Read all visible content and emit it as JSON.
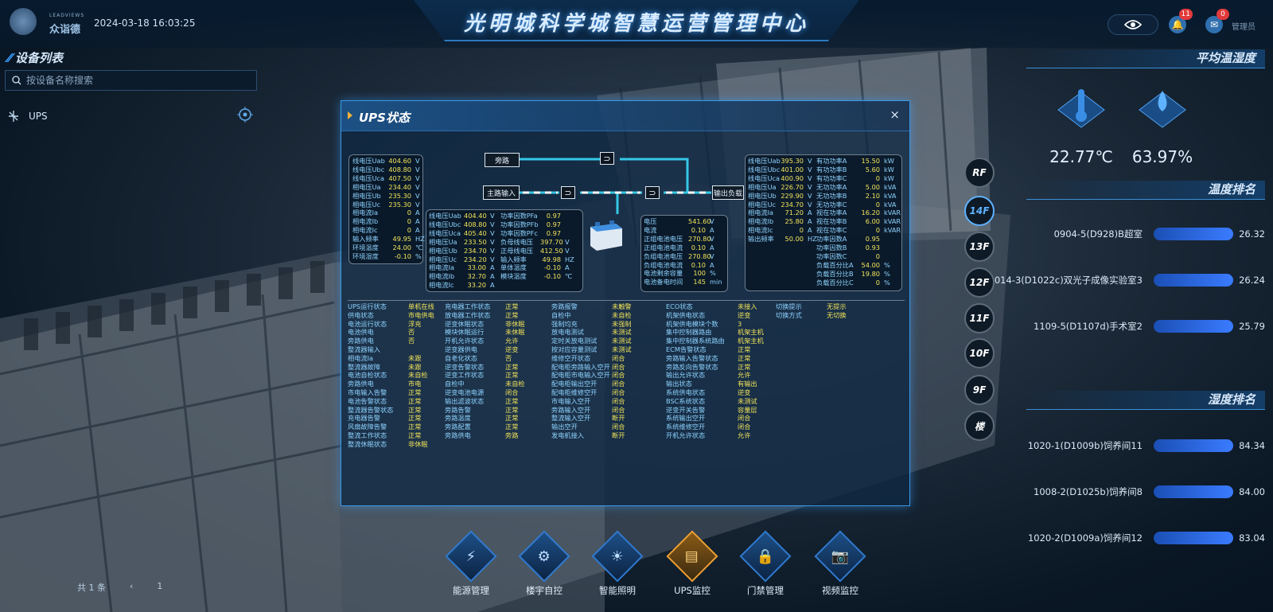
{
  "header": {
    "logo_sub": "LEADVIEWS",
    "logo_name": "众诣德",
    "datetime": "2024-03-18 16:03:25",
    "title": "光明城科学城智慧运营管理中心",
    "bell_count": "11",
    "mail_count": "0",
    "user": "管理员"
  },
  "left": {
    "title": "设备列表",
    "search_placeholder": "按设备名称搜索",
    "tree": [
      {
        "label": "UPS"
      }
    ],
    "pager": {
      "total": "共 1 条",
      "page": "1"
    }
  },
  "right": {
    "avg_title": "平均温湿度",
    "avg_temp": "22.77℃",
    "avg_humidity": "63.97%",
    "temp_rank_title": "温度排名",
    "temp_rank": [
      {
        "name": "0904-5(D928)B超室",
        "value": "26.32"
      },
      {
        "name": "1014-3(D1022c)双光子成像实验室3",
        "value": "26.24"
      },
      {
        "name": "1109-5(D1107d)手术室2",
        "value": "25.79"
      }
    ],
    "hum_rank_title": "湿度排名",
    "hum_rank": [
      {
        "name": "1020-1(D1009b)饲养间11",
        "value": "84.34"
      },
      {
        "name": "1008-2(D1025b)饲养间8",
        "value": "84.00"
      },
      {
        "name": "1020-2(D1009a)饲养间12",
        "value": "83.04"
      }
    ]
  },
  "floors": [
    "RF",
    "14F",
    "13F",
    "12F",
    "11F",
    "10F",
    "9F",
    "楼"
  ],
  "active_floor": "14F",
  "nav": [
    {
      "label": "能源管理",
      "icon": "energy-icon"
    },
    {
      "label": "楼宇自控",
      "icon": "gear-icon"
    },
    {
      "label": "智能照明",
      "icon": "bulb-icon"
    },
    {
      "label": "UPS监控",
      "icon": "ups-icon"
    },
    {
      "label": "门禁管理",
      "icon": "lock-icon"
    },
    {
      "label": "视频监控",
      "icon": "camera-icon"
    }
  ],
  "dialog": {
    "title": "UPS状态",
    "close": "×",
    "diagram": {
      "bypass": "旁路",
      "main_input": "主路输入",
      "output_load": "输出负载"
    },
    "bypass_box": [
      [
        "线电压Uab",
        "404.60",
        "V"
      ],
      [
        "线电压Ubc",
        "408.80",
        "V"
      ],
      [
        "线电压Uca",
        "407.50",
        "V"
      ],
      [
        "相电压Ua",
        "234.40",
        "V"
      ],
      [
        "相电压Ub",
        "235.30",
        "V"
      ],
      [
        "相电压Uc",
        "235.30",
        "V"
      ],
      [
        "相电流Ia",
        "0",
        "A"
      ],
      [
        "相电流Ib",
        "0",
        "A"
      ],
      [
        "相电流Ic",
        "0",
        "A"
      ],
      [
        "输入频率",
        "49.95",
        "HZ"
      ],
      [
        "环境温度",
        "24.00",
        "℃"
      ],
      [
        "环境湿度",
        "-0.10",
        "%"
      ]
    ],
    "main_box_left": [
      [
        "线电压Uab",
        "404.40",
        "V"
      ],
      [
        "线电压Ubc",
        "408.80",
        "V"
      ],
      [
        "线电压Uca",
        "405.40",
        "V"
      ],
      [
        "相电压Ua",
        "233.50",
        "V"
      ],
      [
        "相电压Ub",
        "234.70",
        "V"
      ],
      [
        "相电压Uc",
        "234.20",
        "V"
      ],
      [
        "相电流Ia",
        "33.00",
        "A"
      ],
      [
        "相电流Ib",
        "32.70",
        "A"
      ],
      [
        "相电流Ic",
        "33.20",
        "A"
      ]
    ],
    "main_box_right": [
      [
        "功率因数PFa",
        "0.97",
        ""
      ],
      [
        "功率因数PFb",
        "0.97",
        ""
      ],
      [
        "功率因数PFc",
        "0.97",
        ""
      ],
      [
        "负母线电压",
        "397.70",
        "V"
      ],
      [
        "正母线电压",
        "412.50",
        "V"
      ],
      [
        "输入频率",
        "49.98",
        "HZ"
      ],
      [
        "单体温度",
        "-0.10",
        "A"
      ],
      [
        "模块温度",
        "-0.10",
        "℃"
      ]
    ],
    "battery_box": [
      [
        "电压",
        "541.60",
        "V"
      ],
      [
        "电流",
        "0.10",
        "A"
      ],
      [
        "正组电池电压",
        "270.80",
        "V"
      ],
      [
        "正组电池电流",
        "0.10",
        "A"
      ],
      [
        "负组电池电压",
        "270.80",
        "V"
      ],
      [
        "负组电池电流",
        "0.10",
        "A"
      ],
      [
        "电池剩余容量",
        "100",
        "%"
      ],
      [
        "电池备电时间",
        "145",
        "min"
      ]
    ],
    "output_box_left": [
      [
        "线电压Uab",
        "395.30",
        "V"
      ],
      [
        "线电压Ubc",
        "401.00",
        "V"
      ],
      [
        "线电压Uca",
        "400.90",
        "V"
      ],
      [
        "相电压Ua",
        "226.70",
        "V"
      ],
      [
        "相电压Ub",
        "229.90",
        "V"
      ],
      [
        "相电压Uc",
        "234.70",
        "V"
      ],
      [
        "相电流Ia",
        "71.20",
        "A"
      ],
      [
        "相电流Ib",
        "25.80",
        "A"
      ],
      [
        "相电流Ic",
        "0",
        "A"
      ],
      [
        "输出频率",
        "50.00",
        "HZ"
      ]
    ],
    "output_box_right": [
      [
        "有功功率A",
        "15.50",
        "kW"
      ],
      [
        "有功功率B",
        "5.60",
        "kW"
      ],
      [
        "有功功率C",
        "0",
        "kW"
      ],
      [
        "无功功率A",
        "5.00",
        "kVA"
      ],
      [
        "无功功率B",
        "2.10",
        "kVA"
      ],
      [
        "无功功率C",
        "0",
        "kVA"
      ],
      [
        "视在功率A",
        "16.20",
        "kVAR"
      ],
      [
        "视在功率B",
        "6.00",
        "kVAR"
      ],
      [
        "视在功率C",
        "0",
        "kVAR"
      ],
      [
        "功率因数A",
        "0.95",
        ""
      ],
      [
        "功率因数B",
        "0.93",
        ""
      ],
      [
        "功率因数C",
        "0",
        ""
      ],
      [
        "负载百分比A",
        "54.00",
        "%"
      ],
      [
        "负载百分比B",
        "19.80",
        "%"
      ],
      [
        "负载百分比C",
        "0",
        "%"
      ]
    ],
    "status_cols": [
      [
        [
          "UPS运行状态",
          "单机在线"
        ],
        [
          "供电状态",
          "市电供电"
        ],
        [
          "电池运行状态",
          "浮充"
        ],
        [
          "电池供电",
          "否"
        ],
        [
          "旁路供电",
          "否"
        ],
        [
          "整流器输入",
          ""
        ],
        [
          "相电流Ia",
          "未跟"
        ],
        [
          "整流器故障",
          "未跟"
        ],
        [
          "电池自检状态",
          "未自检"
        ],
        [
          "旁路供电",
          "市电"
        ],
        [
          "市电输入告警",
          "正常"
        ],
        [
          "电池告警状态",
          "正常"
        ],
        [
          "整流器告警状态",
          "正常"
        ],
        [
          "充电器告警",
          "正常"
        ],
        [
          "风扇故障告警",
          "正常"
        ],
        [
          "整流工作状态",
          "正常"
        ],
        [
          "整流休眠状态",
          "非休眠"
        ]
      ],
      [
        [
          "充电器工作状态",
          "正常"
        ],
        [
          "放电器工作状态",
          "正常"
        ],
        [
          "逆变休眠状态",
          "非休眠"
        ],
        [
          "模块休眠运行",
          "未休眠"
        ],
        [
          "开机允许状态",
          "允许"
        ],
        [
          "逆变器供电",
          "逆变"
        ],
        [
          "自老化状态",
          "否"
        ],
        [
          "逆变告警状态",
          "正常"
        ],
        [
          "逆变工作状态",
          "正常"
        ],
        [
          "自检中",
          "未自检"
        ],
        [
          "逆变电池电源",
          "闭合"
        ],
        [
          "输出滤波状态",
          "正常"
        ],
        [
          "旁路告警",
          "正常"
        ],
        [
          "旁路温度",
          "正常"
        ],
        [
          "旁路配置",
          "正常"
        ],
        [
          "旁路供电",
          "旁路"
        ]
      ],
      [
        [
          "旁路报警",
          "未触警"
        ],
        [
          "自检中",
          "未自检"
        ],
        [
          "强制均充",
          "未强制"
        ],
        [
          "放电电测试",
          "未测试"
        ],
        [
          "定时关放电测试",
          "未测试"
        ],
        [
          "按对应容量测试",
          "未测试"
        ],
        [
          "维修空开状态",
          "闭合"
        ],
        [
          "配电柜旁路输入空开",
          "闭合"
        ],
        [
          "配电柜市电输入空开",
          "闭合"
        ],
        [
          "配电柜输出空开",
          "闭合"
        ],
        [
          "配电柜维修空开",
          "闭合"
        ],
        [
          "市电输入空开",
          "闭合"
        ],
        [
          "旁路输入空开",
          "闭合"
        ],
        [
          "整流输入空开",
          "断开"
        ],
        [
          "输出空开",
          "闭合"
        ],
        [
          "发电机接入",
          "断开"
        ]
      ],
      [
        [
          "ECO状态",
          "未接入"
        ],
        [
          "机架供电状态",
          "逆变"
        ],
        [
          "机架供电模块个数",
          "3"
        ],
        [
          "集中控制器路由",
          "机架主机"
        ],
        [
          "集中控制器系统路由",
          "机架主机"
        ],
        [
          "ECM告警状态",
          "正常"
        ],
        [
          "旁路输入告警状态",
          "正常"
        ],
        [
          "旁路反向告警状态",
          "正常"
        ],
        [
          "输出允许状态",
          "允许"
        ],
        [
          "输出状态",
          "有输出"
        ],
        [
          "系统供电状态",
          "逆变"
        ],
        [
          "BSC系统状态",
          "未测试"
        ],
        [
          "逆变开关告警",
          "容量层"
        ],
        [
          "系统输出空开",
          "闭合"
        ],
        [
          "系统维修空开",
          "闭合"
        ],
        [
          "开机允许状态",
          "允许"
        ]
      ],
      [
        [
          "切换提示",
          "无提示"
        ],
        [
          "切换方式",
          "无切换"
        ]
      ]
    ]
  }
}
